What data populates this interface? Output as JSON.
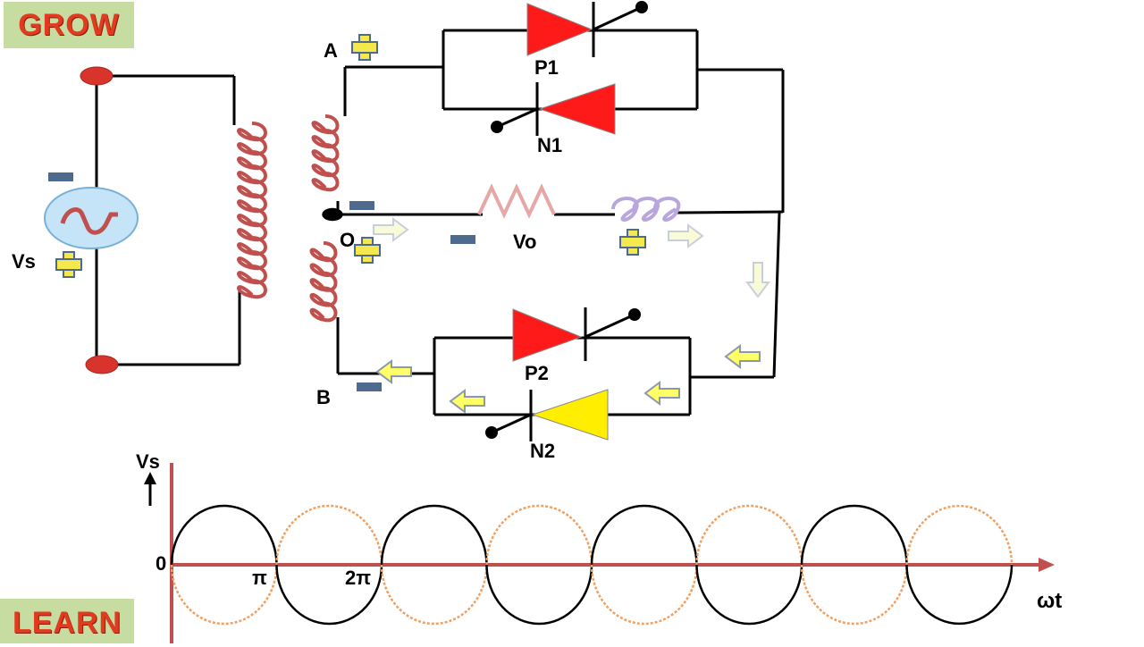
{
  "brand": {
    "top": "GROW",
    "bottom": "LEARN"
  },
  "circuit": {
    "source_label": "Vs",
    "node_a": "A",
    "node_b": "B",
    "node_o": "O",
    "output_label": "Vo",
    "thyristors": {
      "p1": "P1",
      "n1": "N1",
      "p2": "P2",
      "n2": "N2"
    }
  },
  "waveform": {
    "y_axis_label": "Vs",
    "x_axis_label": "ωt",
    "origin_label": "0",
    "tick_pi": "π",
    "tick_2pi": "2π"
  },
  "colors": {
    "scr_active": "#ff1a1a",
    "scr_highlight": "#ffee00",
    "coil": "#c0504d",
    "axis": "#c0504d",
    "arrow": "#ffff66",
    "sign": "#f4e84c",
    "sign_border": "#4f6a8f",
    "source_fill": "#c6e4f7",
    "wave_solid": "#000000",
    "wave_dashed": "#f0a060"
  },
  "icons": [
    "ac-source-icon",
    "transformer-icon",
    "thyristor-icon",
    "resistor-icon",
    "inductor-icon",
    "current-arrow-icon",
    "plus-sign-icon",
    "minus-sign-icon"
  ]
}
